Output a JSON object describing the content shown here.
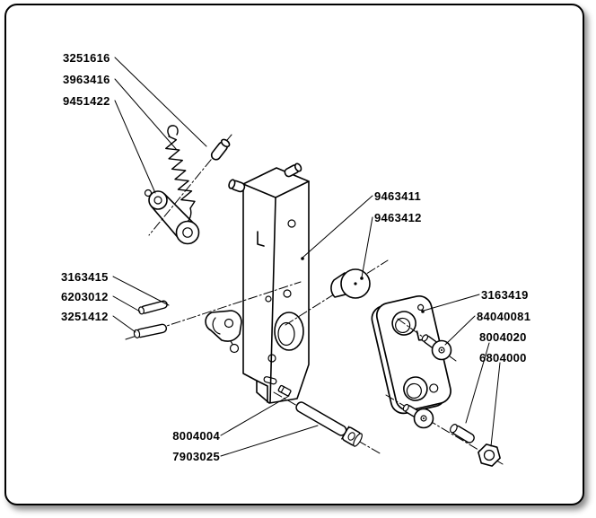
{
  "diagram": {
    "background_color": "#ffffff",
    "ink_color": "#000000",
    "callouts": [
      {
        "number": "3251616"
      },
      {
        "number": "3963416"
      },
      {
        "number": "9451422"
      },
      {
        "number": "9463411"
      },
      {
        "number": "9463412"
      },
      {
        "number": "3163415"
      },
      {
        "number": "6203012"
      },
      {
        "number": "3251412"
      },
      {
        "number": "3163419"
      },
      {
        "number": "84040081"
      },
      {
        "number": "8004020"
      },
      {
        "number": "6804000"
      },
      {
        "number": "8004004"
      },
      {
        "number": "7903025"
      }
    ]
  }
}
